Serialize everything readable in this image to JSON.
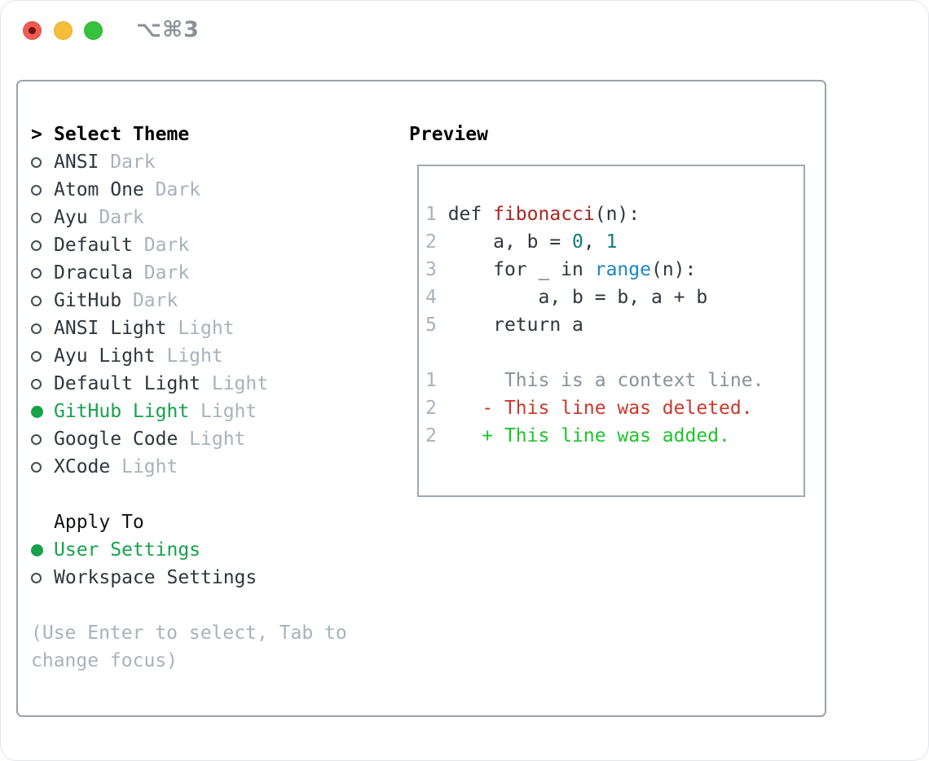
{
  "titlebar": {
    "shortcut": "⌥⌘3",
    "traffic_lights": [
      "close",
      "minimize",
      "zoom"
    ]
  },
  "theme_list": {
    "prompt": ">",
    "header": "Select Theme",
    "items": [
      {
        "label": "ANSI",
        "tag": "Dark",
        "selected": false
      },
      {
        "label": "Atom One",
        "tag": "Dark",
        "selected": false
      },
      {
        "label": "Ayu",
        "tag": "Dark",
        "selected": false
      },
      {
        "label": "Default",
        "tag": "Dark",
        "selected": false
      },
      {
        "label": "Dracula",
        "tag": "Dark",
        "selected": false
      },
      {
        "label": "GitHub",
        "tag": "Dark",
        "selected": false
      },
      {
        "label": "ANSI Light",
        "tag": "Light",
        "selected": false
      },
      {
        "label": "Ayu Light",
        "tag": "Light",
        "selected": false
      },
      {
        "label": "Default Light",
        "tag": "Light",
        "selected": false
      },
      {
        "label": "GitHub Light",
        "tag": "Light",
        "selected": true
      },
      {
        "label": "Google Code",
        "tag": "Light",
        "selected": false
      },
      {
        "label": "XCode",
        "tag": "Light",
        "selected": false
      }
    ]
  },
  "apply_to": {
    "header": "Apply To",
    "options": [
      {
        "label": "User Settings",
        "selected": true
      },
      {
        "label": "Workspace Settings",
        "selected": false
      }
    ]
  },
  "footer_hint": {
    "lines": [
      "(Use Enter to select, Tab to",
      "change focus)"
    ]
  },
  "preview": {
    "header": "Preview",
    "code_lines": [
      [
        {
          "t": "1",
          "c": "num"
        },
        {
          "t": " def ",
          "c": "code"
        },
        {
          "t": "fibonacci",
          "c": "func"
        },
        {
          "t": "(n):",
          "c": "code"
        }
      ],
      [
        {
          "t": "2",
          "c": "num"
        },
        {
          "t": "     a, b = ",
          "c": "code"
        },
        {
          "t": "0",
          "c": "lit"
        },
        {
          "t": ", ",
          "c": "code"
        },
        {
          "t": "1",
          "c": "lit"
        }
      ],
      [
        {
          "t": "3",
          "c": "num"
        },
        {
          "t": "     for _ in ",
          "c": "code"
        },
        {
          "t": "range",
          "c": "builtin"
        },
        {
          "t": "(n):",
          "c": "code"
        }
      ],
      [
        {
          "t": "4",
          "c": "num"
        },
        {
          "t": "         a, b = b, a + b",
          "c": "code"
        }
      ],
      [
        {
          "t": "5",
          "c": "num"
        },
        {
          "t": "     return a",
          "c": "code"
        }
      ],
      [],
      [
        {
          "t": "1",
          "c": "num"
        },
        {
          "t": "      This is a context line.",
          "c": "ctx"
        }
      ],
      [
        {
          "t": "2",
          "c": "num"
        },
        {
          "t": "    ",
          "c": "code"
        },
        {
          "t": "- This line was deleted.",
          "c": "del"
        }
      ],
      [
        {
          "t": "2",
          "c": "num"
        },
        {
          "t": "    ",
          "c": "code"
        },
        {
          "t": "+ This line was added.",
          "c": "add"
        }
      ]
    ]
  },
  "colors": {
    "accent_green": "#17a24b",
    "text_dark": "#2f363d",
    "tag_gray": "#a9b1bb",
    "border_gray": "#9aa3ad",
    "func_red": "#a7261f",
    "literal_teal": "#0f7b80",
    "builtin_blue": "#1e86c2",
    "context_gray": "#8a9199",
    "deleted_red": "#c9392c",
    "added_green": "#1dc42d",
    "traffic_red": "#f25a52",
    "traffic_yellow": "#f6bd38",
    "traffic_green": "#36c23c"
  }
}
